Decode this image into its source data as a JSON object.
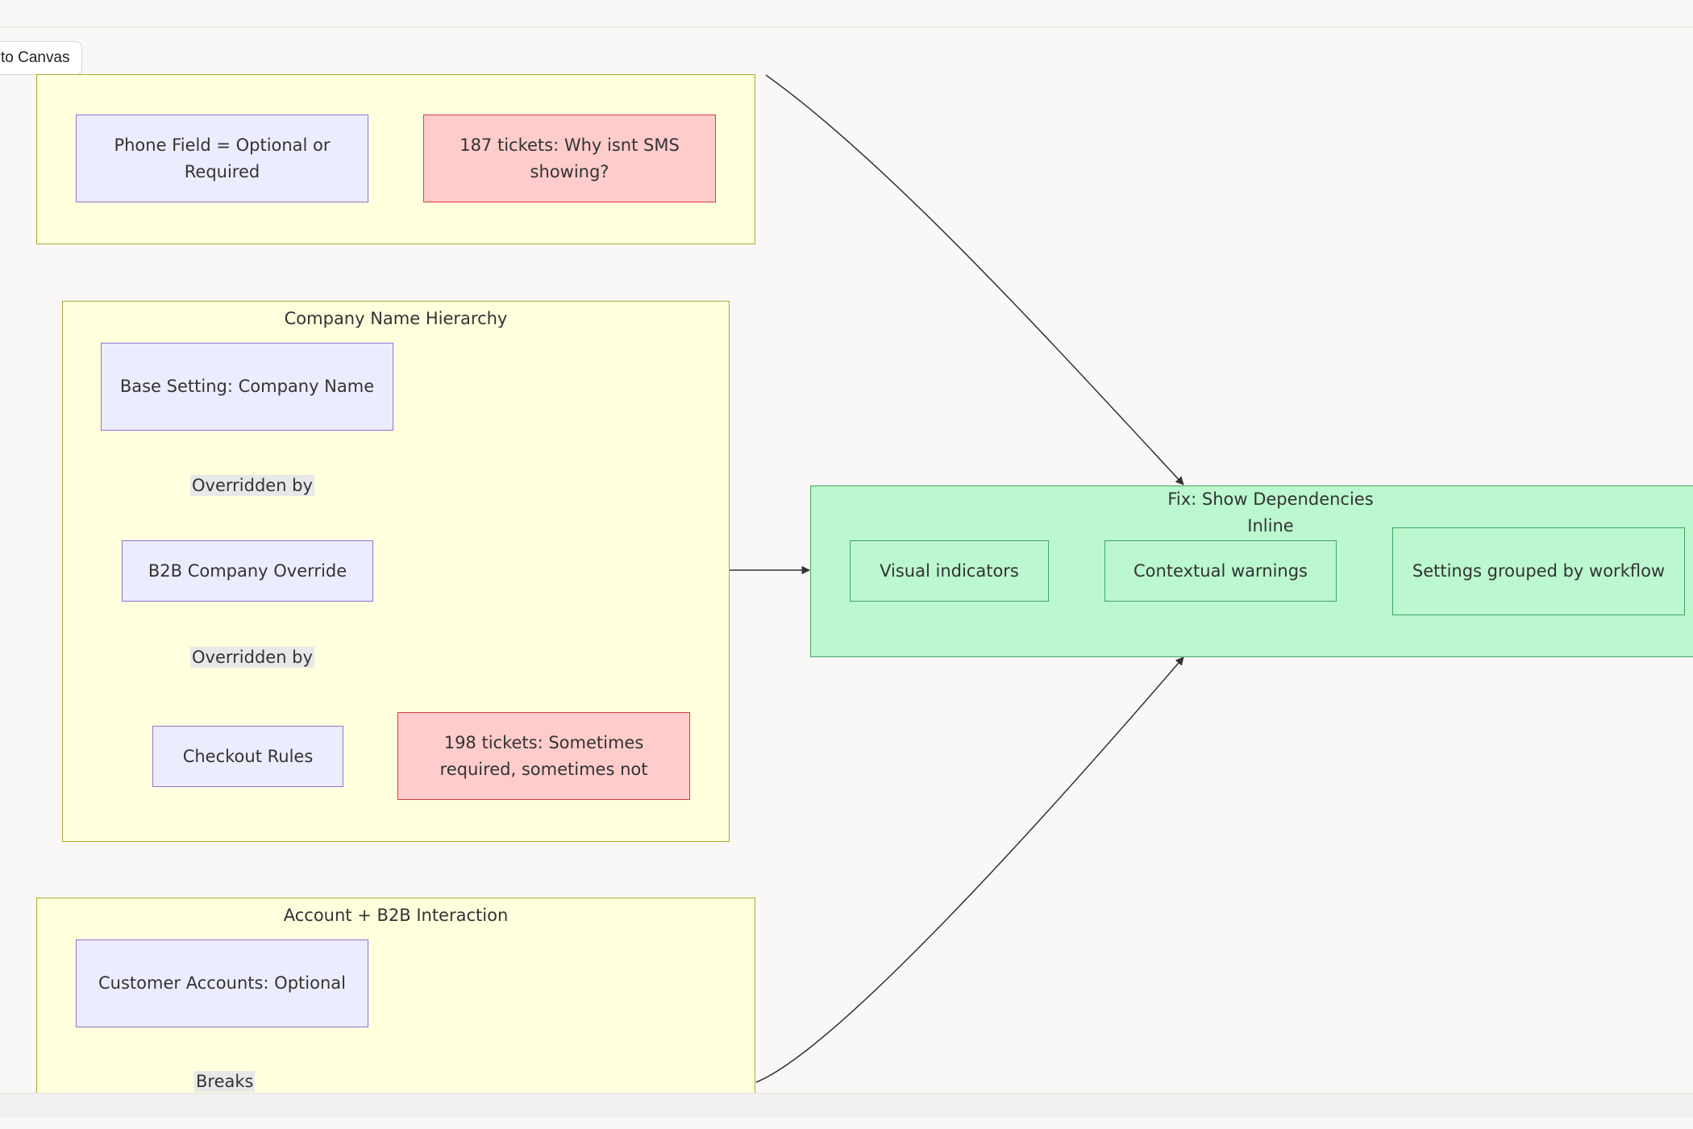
{
  "toolbar": {
    "canvas_button_label": "to Canvas"
  },
  "clusters": {
    "phone": {
      "title": ""
    },
    "company": {
      "title": "Company Name Hierarchy"
    },
    "account": {
      "title": "Account + B2B Interaction"
    },
    "fix": {
      "title": "Fix: Show Dependencies Inline"
    }
  },
  "nodes": {
    "phone_field": "Phone Field = Optional or Required",
    "sms_tickets": "187 tickets: Why isnt SMS showing?",
    "base_setting": "Base Setting: Company Name",
    "b2b_override": "B2B Company Override",
    "checkout_rules": "Checkout Rules",
    "checkout_tickets": "198 tickets: Sometimes required, sometimes not",
    "customer_accounts": "Customer Accounts: Optional",
    "visual_indicators": "Visual indicators",
    "contextual_warnings": "Contextual warnings",
    "settings_grouped": "Settings grouped by workflow"
  },
  "edge_labels": {
    "overridden_by_1": "Overridden by",
    "overridden_by_2": "Overridden by",
    "breaks": "Breaks"
  },
  "colors": {
    "cluster_fill": "#ffffde",
    "cluster_stroke": "#aaaa33",
    "node_fill": "#ececff",
    "node_stroke": "#9370db",
    "alert_fill": "#ffcccc",
    "alert_stroke": "#e0383d",
    "fix_fill": "#bbf7cf",
    "fix_stroke": "#3fa562"
  }
}
